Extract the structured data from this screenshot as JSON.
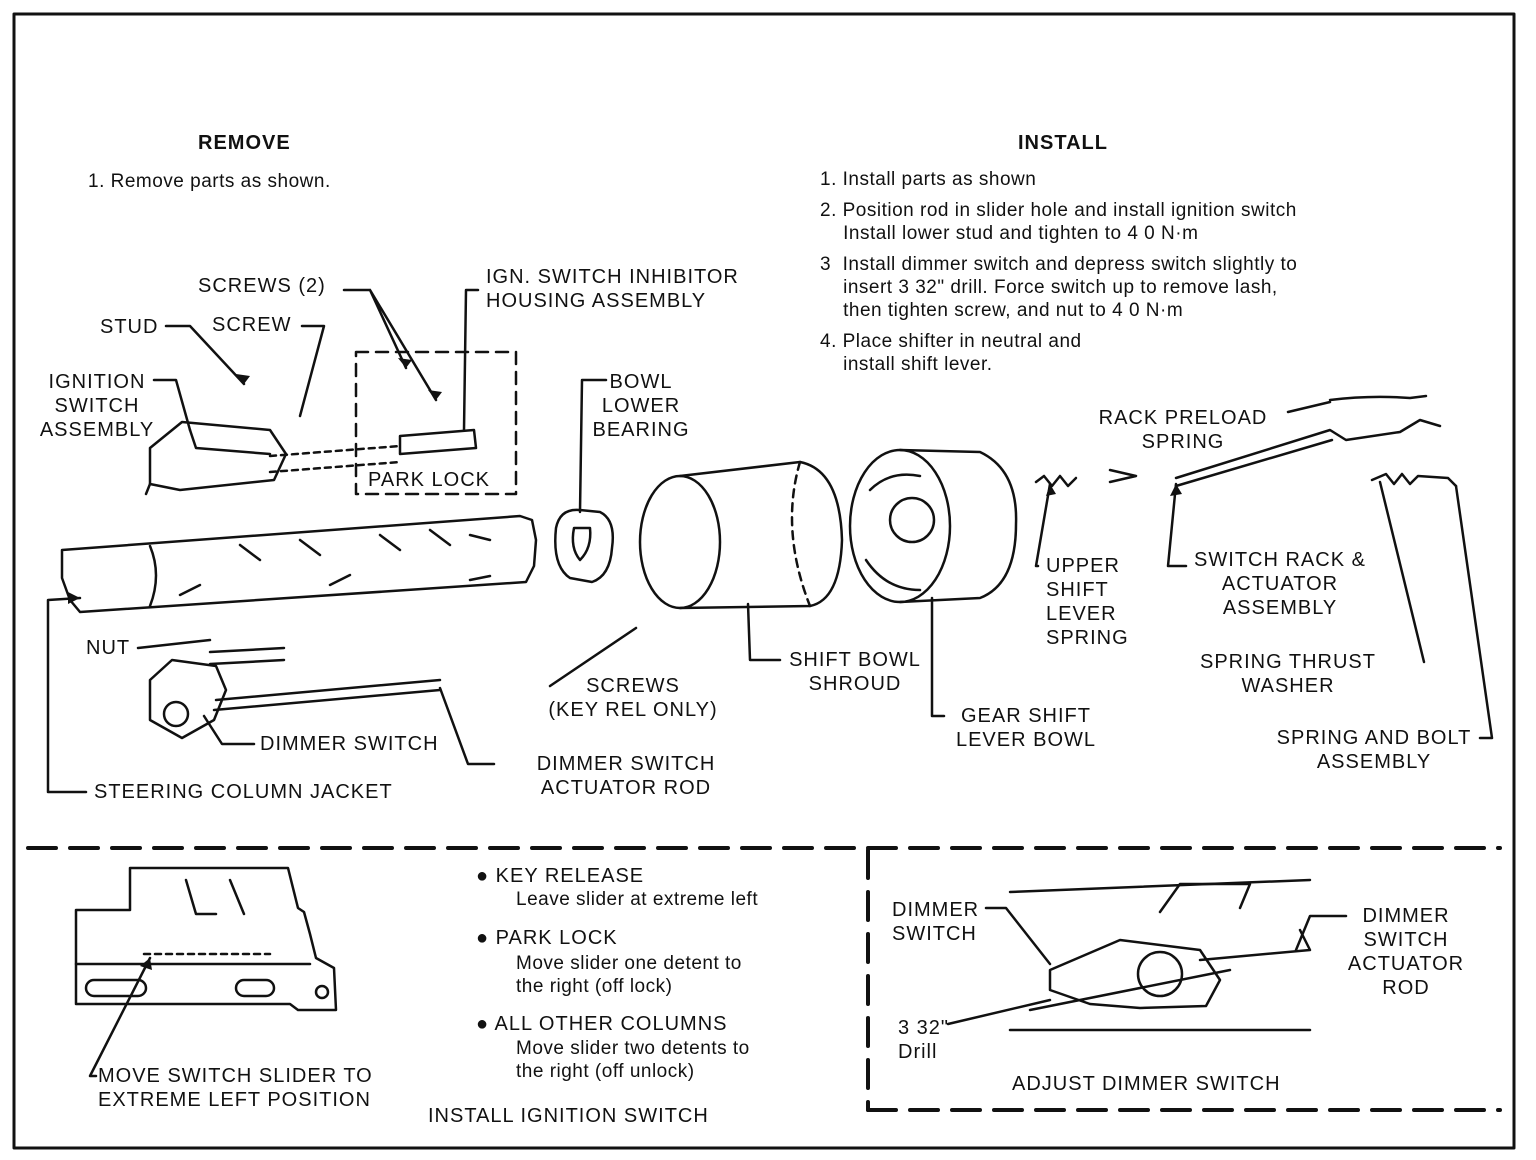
{
  "remove": {
    "heading": "REMOVE",
    "step1": "1. Remove parts as shown."
  },
  "install": {
    "heading": "INSTALL",
    "steps": [
      "1. Install parts as shown",
      "2. Position rod in slider hole and install ignition switch\n    Install lower stud and tighten to 4 0 N·m",
      "3  Install dimmer switch and depress switch slightly to\n    insert 3 32\" drill. Force switch up to remove lash,\n    then tighten screw, and nut to 4 0 N·m",
      "4. Place shifter in neutral and\n    install shift lever."
    ]
  },
  "labels": {
    "screws_2": "SCREWS (2)",
    "ign_inhibitor": "IGN. SWITCH INHIBITOR\nHOUSING ASSEMBLY",
    "stud": "STUD",
    "screw": "SCREW",
    "ignition_switch": "IGNITION\nSWITCH\nASSEMBLY",
    "park_lock": "PARK LOCK",
    "bowl_bearing": "BOWL\nLOWER\nBEARING",
    "rack_preload": "RACK PRELOAD\nSPRING",
    "upper_shift": "UPPER\nSHIFT\nLEVER\nSPRING",
    "switch_rack": "SWITCH RACK &\nACTUATOR\nASSEMBLY",
    "spring_thrust": "SPRING THRUST\nWASHER",
    "spring_bolt": "SPRING AND BOLT\nASSEMBLY",
    "nut": "NUT",
    "screws_key": "SCREWS\n(KEY REL ONLY)",
    "shift_bowl": "SHIFT BOWL\nSHROUD",
    "gear_shift": "GEAR SHIFT\nLEVER BOWL",
    "dimmer_switch": "DIMMER SWITCH",
    "dimmer_rod": "DIMMER SWITCH\nACTUATOR ROD",
    "steering_jacket": "STEERING COLUMN JACKET"
  },
  "lower_left": {
    "move_slider": "MOVE SWITCH SLIDER TO\nEXTREME LEFT POSITION",
    "key_release_title": "● KEY RELEASE",
    "key_release_text": "Leave slider at extreme left",
    "park_lock_title": "● PARK LOCK",
    "park_lock_text": "Move slider one detent to\nthe right (off lock)",
    "all_other_title": "● ALL OTHER COLUMNS",
    "all_other_text": "Move slider two detents to\nthe right (off unlock)",
    "caption": "INSTALL IGNITION SWITCH"
  },
  "lower_right": {
    "dimmer_switch": "DIMMER\nSWITCH",
    "dimmer_rod": "DIMMER\nSWITCH\nACTUATOR\nROD",
    "drill": "3 32\"\nDrill",
    "caption": "ADJUST DIMMER SWITCH"
  }
}
